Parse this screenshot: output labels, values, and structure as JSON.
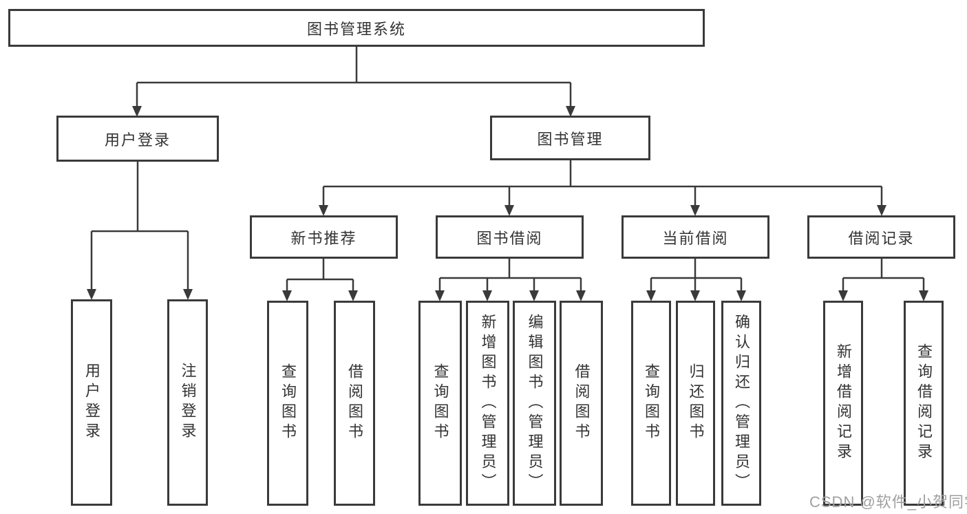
{
  "diagram": {
    "type": "hierarchy",
    "tree": {
      "label": "图书管理系统",
      "children": [
        {
          "label": "用户登录",
          "children": [
            {
              "label": "用户登录"
            },
            {
              "label": "注销登录"
            }
          ]
        },
        {
          "label": "图书管理",
          "children": [
            {
              "label": "新书推荐",
              "children": [
                {
                  "label": "查询图书"
                },
                {
                  "label": "借阅图书"
                }
              ]
            },
            {
              "label": "图书借阅",
              "children": [
                {
                  "label": "查询图书"
                },
                {
                  "label": "新增图书（管理员）"
                },
                {
                  "label": "编辑图书（管理员）"
                },
                {
                  "label": "借阅图书"
                }
              ]
            },
            {
              "label": "当前借阅",
              "children": [
                {
                  "label": "查询图书"
                },
                {
                  "label": "归还图书"
                },
                {
                  "label": "确认归还（管理员）"
                }
              ]
            },
            {
              "label": "借阅记录",
              "children": [
                {
                  "label": "新增借阅记录"
                },
                {
                  "label": "查询借阅记录"
                }
              ]
            }
          ]
        }
      ]
    },
    "colors": {
      "line": "#3a3a3a",
      "text": "#333333",
      "box_background": "#ffffff",
      "watermark": "#9f9f9f"
    }
  },
  "watermark": {
    "text": "CSDN @软件_小贺同学"
  }
}
